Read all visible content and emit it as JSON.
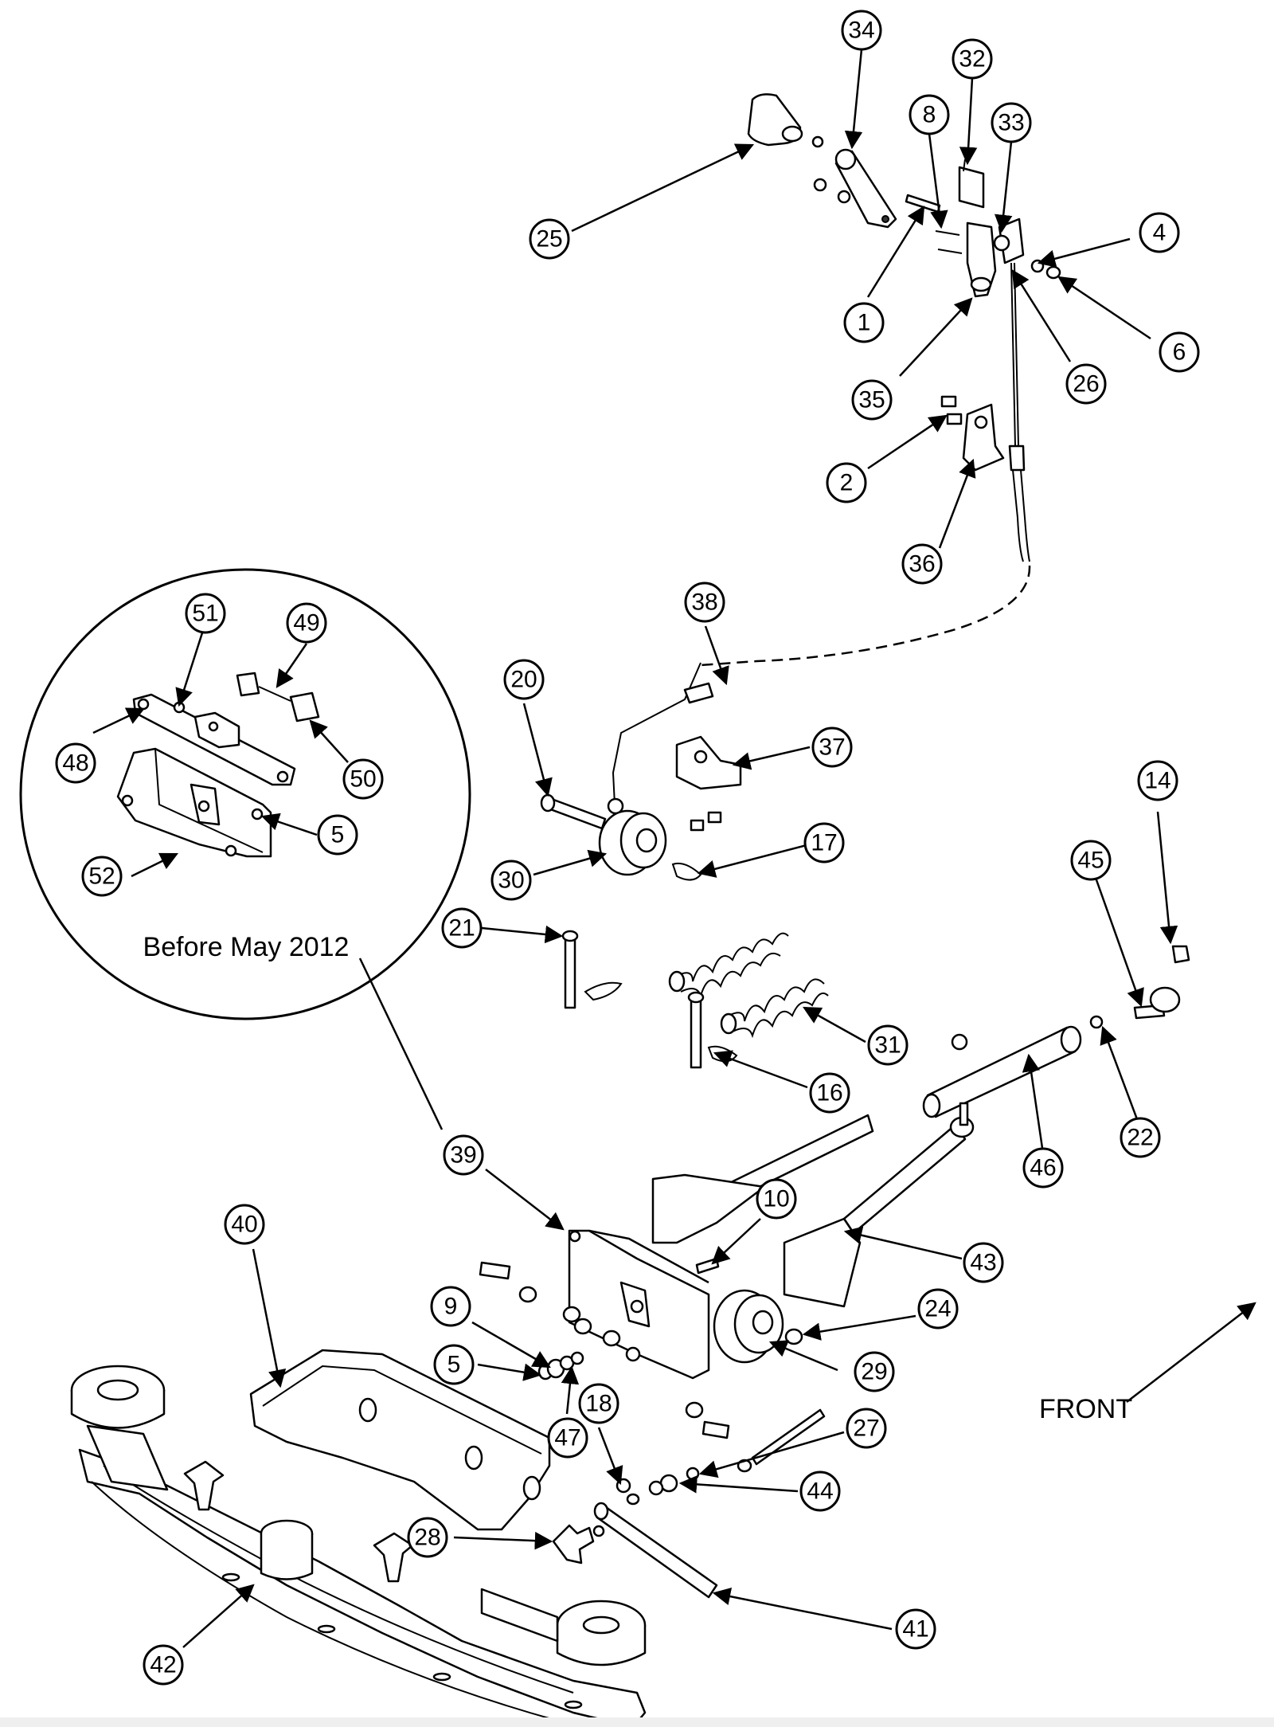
{
  "diagram": {
    "inset_caption": "Before May 2012",
    "direction_label": "FRONT",
    "callouts": [
      "34",
      "32",
      "8",
      "33",
      "25",
      "4",
      "1",
      "6",
      "26",
      "35",
      "2",
      "36",
      "38",
      "20",
      "37",
      "30",
      "17",
      "14",
      "21",
      "45",
      "31",
      "16",
      "22",
      "46",
      "39",
      "10",
      "43",
      "40",
      "24",
      "9",
      "29",
      "5",
      "47",
      "27",
      "18",
      "44",
      "28",
      "41",
      "42",
      "51",
      "49",
      "48",
      "50",
      "52"
    ],
    "inset_callouts": [
      "51",
      "49",
      "48",
      "50",
      "5",
      "52"
    ]
  }
}
